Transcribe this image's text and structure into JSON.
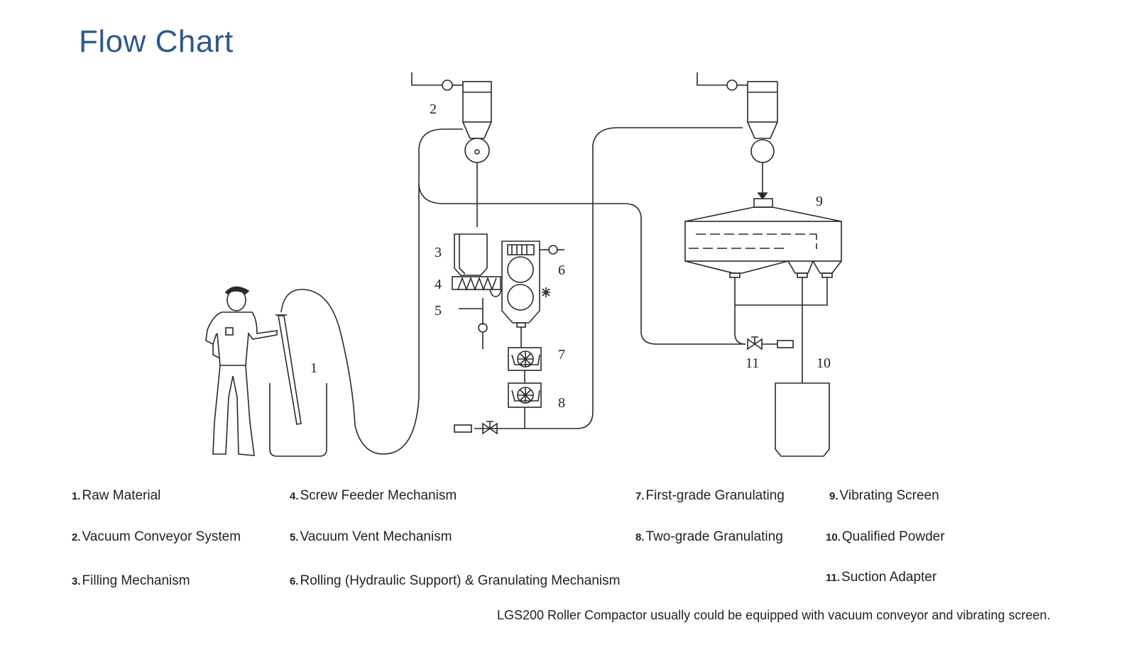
{
  "title": "Flow Chart",
  "diagram_numbers": {
    "n1": "1",
    "n2": "2",
    "n3": "3",
    "n4": "4",
    "n5": "5",
    "n6": "6",
    "n7": "7",
    "n8": "8",
    "n9": "9",
    "n10": "10",
    "n11": "11"
  },
  "legend": [
    {
      "num": "1.",
      "label": "Raw Material"
    },
    {
      "num": "2.",
      "label": "Vacuum Conveyor System"
    },
    {
      "num": "3.",
      "label": "Filling Mechanism"
    },
    {
      "num": "4.",
      "label": "Screw Feeder Mechanism"
    },
    {
      "num": "5.",
      "label": "Vacuum Vent Mechanism"
    },
    {
      "num": "6.",
      "label": "Rolling (Hydraulic Support) & Granulating Mechanism"
    },
    {
      "num": "7.",
      "label": "First-grade Granulating"
    },
    {
      "num": "8.",
      "label": "Two-grade Granulating"
    },
    {
      "num": "9.",
      "label": "Vibrating Screen"
    },
    {
      "num": "10.",
      "label": "Qualified Powder"
    },
    {
      "num": "11.",
      "label": "Suction Adapter"
    }
  ],
  "footnote": "LGS200 Roller Compactor usually could be equipped with vacuum conveyor and vibrating screen.",
  "colors": {
    "title": "#2d5a8c",
    "line": "#2a2a2a"
  }
}
